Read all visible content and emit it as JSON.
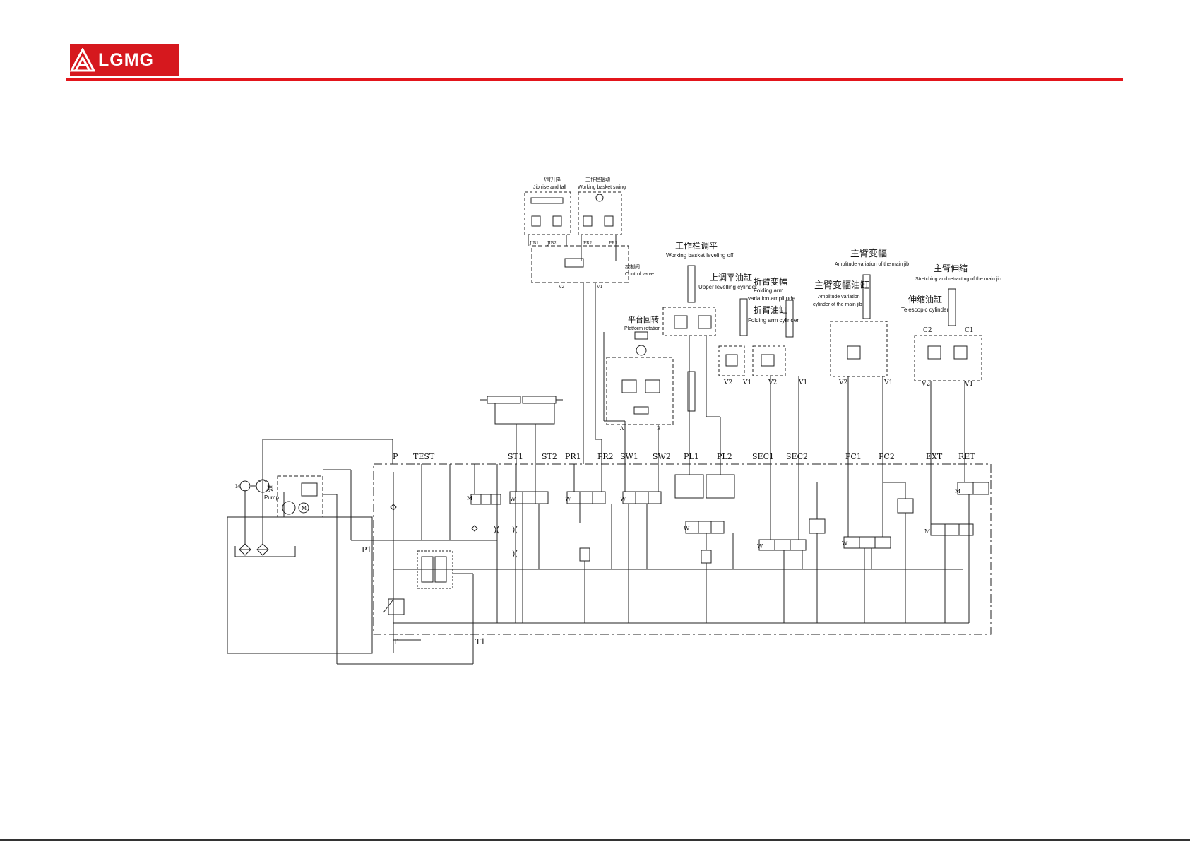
{
  "brand": {
    "name": "LGMG",
    "accent_color": "#e3151b",
    "logo_icon": "triangle-mountain-icon"
  },
  "callouts": {
    "jib": {
      "zh": "飞臂升降",
      "en": "Jib rise and fall"
    },
    "basket_swing": {
      "zh": "工作栏摆动",
      "en": "Working basket swing"
    },
    "control_valve": {
      "zh": "控制阀",
      "en": "Control valve"
    },
    "leveling_off": {
      "zh": "工作栏调平",
      "en": "Working basket leveling off"
    },
    "upper_cyl": {
      "zh": "上调平油缸",
      "en": "Upper levelling cylinder"
    },
    "folding_amp": {
      "zh": "折臂变幅",
      "en1": "Folding arm",
      "en2": "variation amplitude"
    },
    "folding_cyl": {
      "zh": "折臂油缸",
      "en": "Folding arm cylinder"
    },
    "main_amp": {
      "zh": "主臂变幅",
      "en": "Amplitude variation of the main jib"
    },
    "main_amp_cyl": {
      "zh": "主臂变幅油缸",
      "en1": "Amplitude variation",
      "en2": "cylinder of the main jib"
    },
    "stretch": {
      "zh": "主臂伸缩",
      "en": "Stretching and retracting of the main jib"
    },
    "tele_cyl": {
      "zh": "伸缩油缸",
      "en": "Telescopic cylinder"
    },
    "platform": {
      "zh": "平台回转",
      "en": "Platform rotation"
    },
    "pump": {
      "zh": "泵",
      "en": "Pump"
    }
  },
  "ports": {
    "P": "P",
    "TEST": "TEST",
    "ST1": "ST1",
    "ST2": "ST2",
    "PR1": "PR1",
    "PR2": "PR2",
    "SW1": "SW1",
    "SW2": "SW2",
    "PL1": "PL1",
    "PL2": "PL2",
    "SEC1": "SEC1",
    "SEC2": "SEC2",
    "PC1": "PC1",
    "PC2": "PC2",
    "EXT": "EXT",
    "RET": "RET",
    "P1": "P1",
    "T": "T",
    "T1": "T1"
  },
  "small_labels": {
    "A": "A",
    "B": "B",
    "V1": "V1",
    "V2": "V2",
    "C1": "C1",
    "C2": "C2",
    "M": "M",
    "W": "W",
    "JIB1": "JIB1",
    "JIB2": "JIB2",
    "PR1": "PR1",
    "PR2": "PR2"
  }
}
